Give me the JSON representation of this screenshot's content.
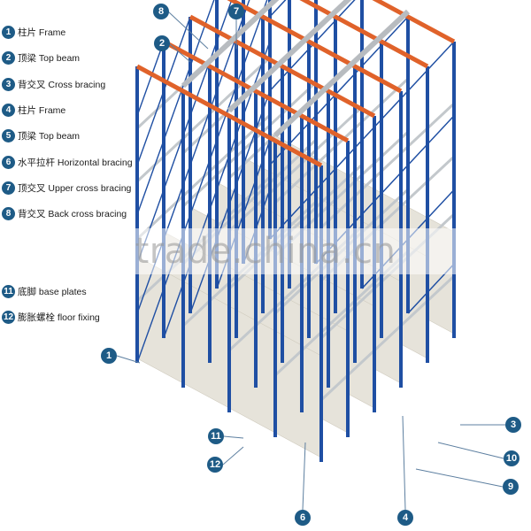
{
  "legend": [
    {
      "num": "1",
      "text": "柱片 Frame"
    },
    {
      "num": "2",
      "text": "顶梁 Top beam"
    },
    {
      "num": "3",
      "text": "背交叉 Cross bracing"
    },
    {
      "num": "4",
      "text": "柱片 Frame"
    },
    {
      "num": "5",
      "text": "顶梁 Top beam"
    },
    {
      "num": "6",
      "text": "水平拉杆 Horizontal bracing"
    },
    {
      "num": "7",
      "text": "顶交叉 Upper cross bracing"
    },
    {
      "num": "8",
      "text": "背交叉 Back cross bracing"
    },
    {
      "num": "",
      "text": ""
    },
    {
      "num": "",
      "text": ""
    },
    {
      "num": "11",
      "text": "底脚 base plates"
    },
    {
      "num": "12",
      "text": "膨胀螺栓 floor fixing"
    }
  ],
  "callouts": {
    "c1": "1",
    "c2": "2",
    "c3": "3",
    "c4": "4",
    "c6": "6",
    "c7": "7",
    "c8": "8",
    "c9": "9",
    "c10": "10",
    "c11": "11",
    "c12": "12"
  },
  "watermark": "trade.china.cn",
  "colors": {
    "upright": "#1f4fa3",
    "beam": "#e0622a",
    "rail": "#c3c8cc",
    "pallet": "#e6e3da",
    "callout": "#1e5b86"
  }
}
